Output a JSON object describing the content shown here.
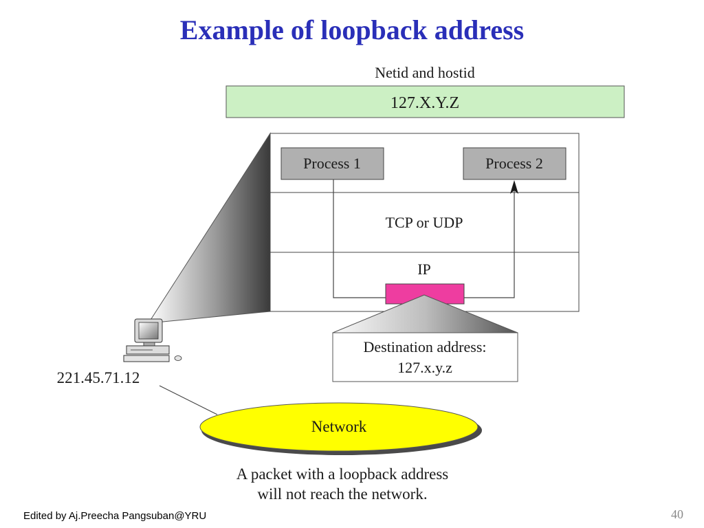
{
  "slide": {
    "title": "Example of loopback address",
    "footer": "Edited by Aj.Preecha  Pangsuban@YRU",
    "page_number": "40"
  },
  "diagram": {
    "address_caption": "Netid and hostid",
    "address_value": "127.X.Y.Z",
    "process_1": "Process 1",
    "process_2": "Process 2",
    "transport_layer": "TCP or UDP",
    "network_layer": "IP",
    "destination_line1": "Destination address:",
    "destination_line2": "127.x.y.z",
    "host_address": "221.45.71.12",
    "network_label": "Network",
    "note_line1": "A packet with a loopback address",
    "note_line2": "will not reach the network."
  },
  "colors": {
    "title": "#2a2fb8",
    "address_box": "#ccf0c4",
    "process_box": "#b0b0b0",
    "packet": "#ee3da0",
    "network": "#ffff00"
  }
}
